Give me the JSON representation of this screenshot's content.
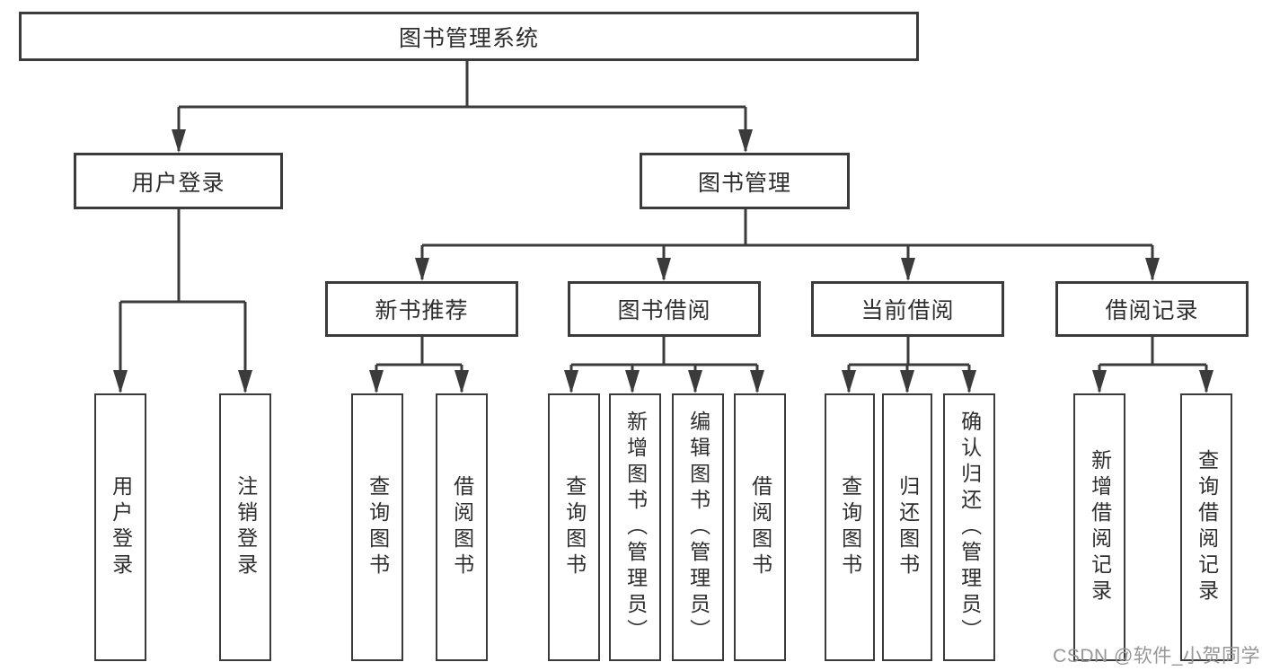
{
  "diagram": {
    "root": {
      "label": "图书管理系统"
    },
    "branches": [
      {
        "label": "用户登录",
        "children": [
          {
            "label": "用户登录"
          },
          {
            "label": "注销登录"
          }
        ]
      },
      {
        "label": "图书管理",
        "children": [
          {
            "label": "新书推荐",
            "children": [
              {
                "label": "查询图书"
              },
              {
                "label": "借阅图书"
              }
            ]
          },
          {
            "label": "图书借阅",
            "children": [
              {
                "label": "查询图书"
              },
              {
                "label": "新增图书（管理员）"
              },
              {
                "label": "编辑图书（管理员）"
              },
              {
                "label": "借阅图书"
              }
            ]
          },
          {
            "label": "当前借阅",
            "children": [
              {
                "label": "查询图书"
              },
              {
                "label": "归还图书"
              },
              {
                "label": "确认归还（管理员）"
              }
            ]
          },
          {
            "label": "借阅记录",
            "children": [
              {
                "label": "新增借阅记录"
              },
              {
                "label": "查询借阅记录"
              }
            ]
          }
        ]
      }
    ]
  },
  "watermark": {
    "text": "CSDN @软件_小贺同学"
  },
  "style": {
    "line_color": "#3b3b3b",
    "box_fill": "#ffffff",
    "text_color": "#2e2e2e",
    "watermark_color": "#969696",
    "background": "#ffffff"
  }
}
